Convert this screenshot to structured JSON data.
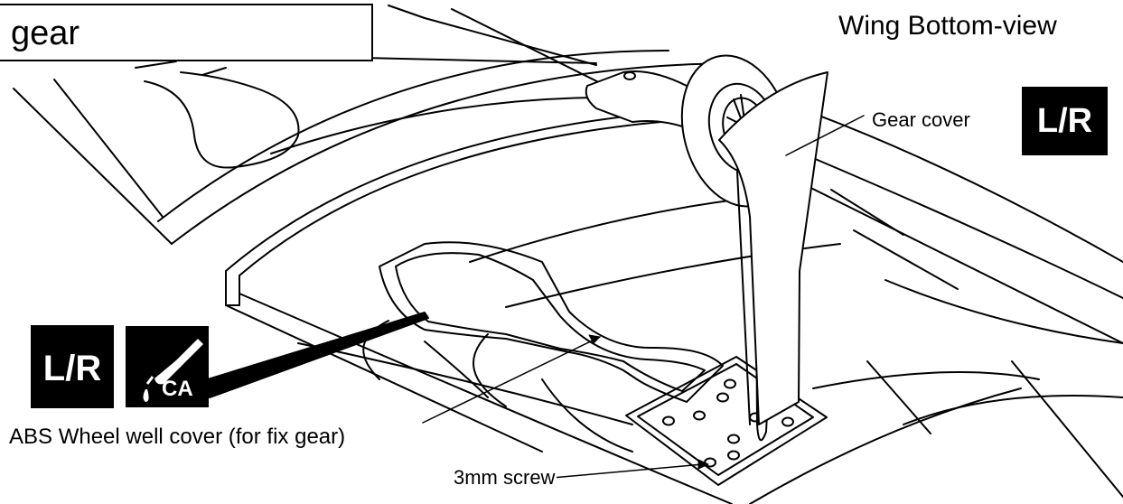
{
  "header": {
    "title": "gear"
  },
  "view_title": "Wing Bottom-view",
  "badges": {
    "lr_top": "L/R",
    "lr_left": "L/R",
    "ca": "CA"
  },
  "callouts": {
    "gear_cover": "Gear cover",
    "abs_wheel_well_cover": "ABS Wheel well cover (for fix gear)",
    "screw": "3mm screw"
  },
  "colors": {
    "ink": "#000000",
    "paper": "#ffffff"
  }
}
